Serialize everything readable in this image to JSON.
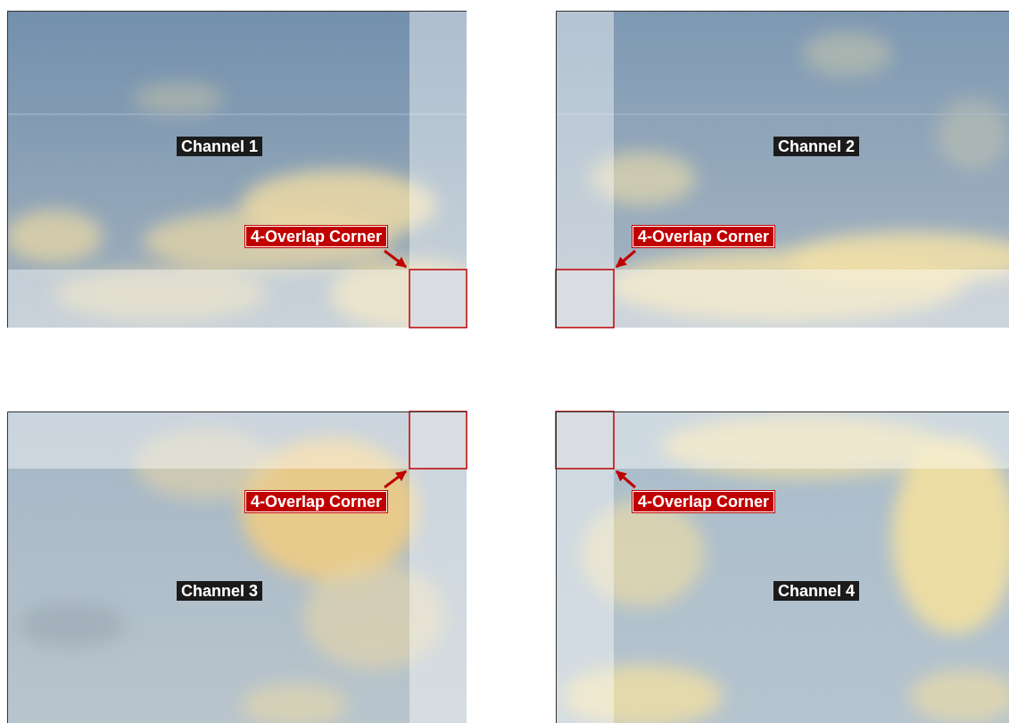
{
  "diagram": {
    "nodes": [
      {
        "text": [
          "Channel 1"
        ]
      },
      {
        "text": [
          "Channel 2"
        ]
      },
      {
        "text": [
          "4-Overlap Corner"
        ]
      },
      {
        "text": [
          "4-Overlap Corner"
        ]
      },
      {
        "text": [
          "4-Overlap Corner"
        ]
      },
      {
        "text": [
          "4-Overlap Corner"
        ]
      },
      {
        "text": [
          "Channel 3"
        ]
      },
      {
        "text": [
          "Channel 4"
        ]
      }
    ]
  }
}
